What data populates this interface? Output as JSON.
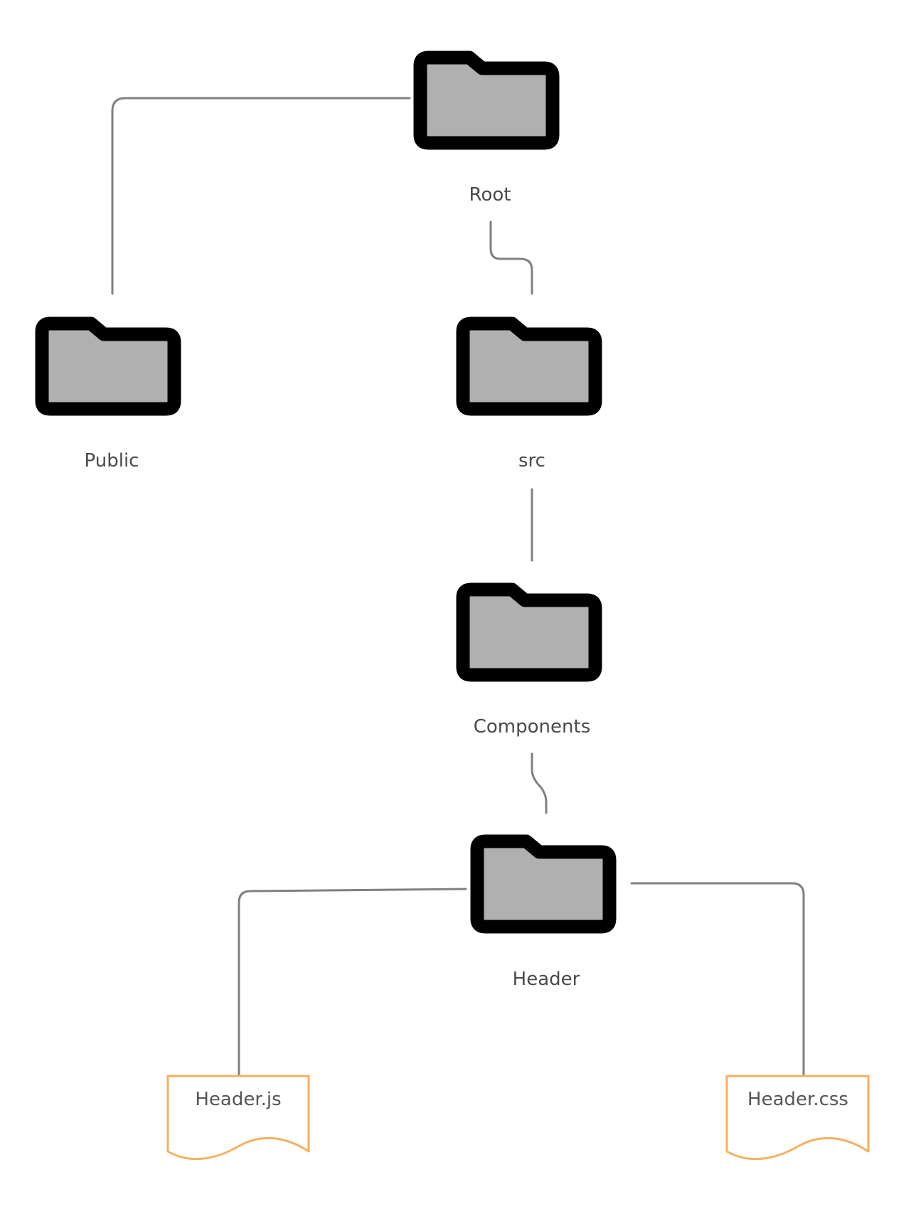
{
  "folders": {
    "root": {
      "label": "Root",
      "icon": "folder-icon"
    },
    "public": {
      "label": "Public",
      "icon": "folder-icon"
    },
    "src": {
      "label": "src",
      "icon": "folder-icon"
    },
    "components": {
      "label": "Components",
      "icon": "folder-icon"
    },
    "header": {
      "label": "Header",
      "icon": "folder-icon"
    }
  },
  "files": {
    "header_js": {
      "label": "Header.js",
      "icon": "document-icon"
    },
    "header_css": {
      "label": "Header.css",
      "icon": "document-icon"
    }
  },
  "colors": {
    "folder_fill": "#b0b0b0",
    "folder_stroke": "#000000",
    "connector": "#808080",
    "file_stroke": "#f5b060",
    "label_text": "#4a4a4a"
  }
}
